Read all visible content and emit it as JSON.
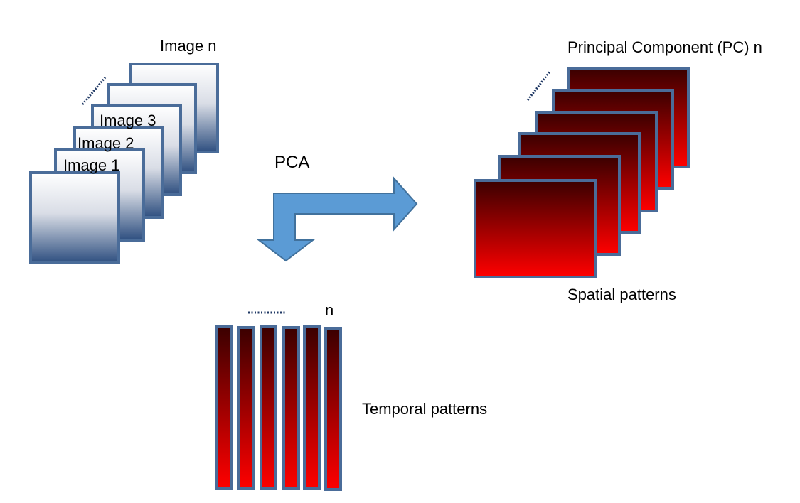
{
  "labels": {
    "image_n": "Image n",
    "image_3": "Image 3",
    "image_2": "Image 2",
    "image_1": "Image 1",
    "pca": "PCA",
    "pc_n": "Principal Component (PC) n",
    "spatial": "Spatial patterns",
    "temporal_n": "n",
    "temporal": "Temporal patterns"
  },
  "colors": {
    "frame_border": "#4a6c99",
    "image_gradient_top": "#ffffff",
    "image_gradient_bottom": "#2e4f80",
    "pc_gradient_top": "#3a0000",
    "pc_gradient_bottom": "#ff0000",
    "arrow_fill": "#5b9bd5",
    "arrow_stroke": "#41719c",
    "dots": "#1f3864"
  }
}
